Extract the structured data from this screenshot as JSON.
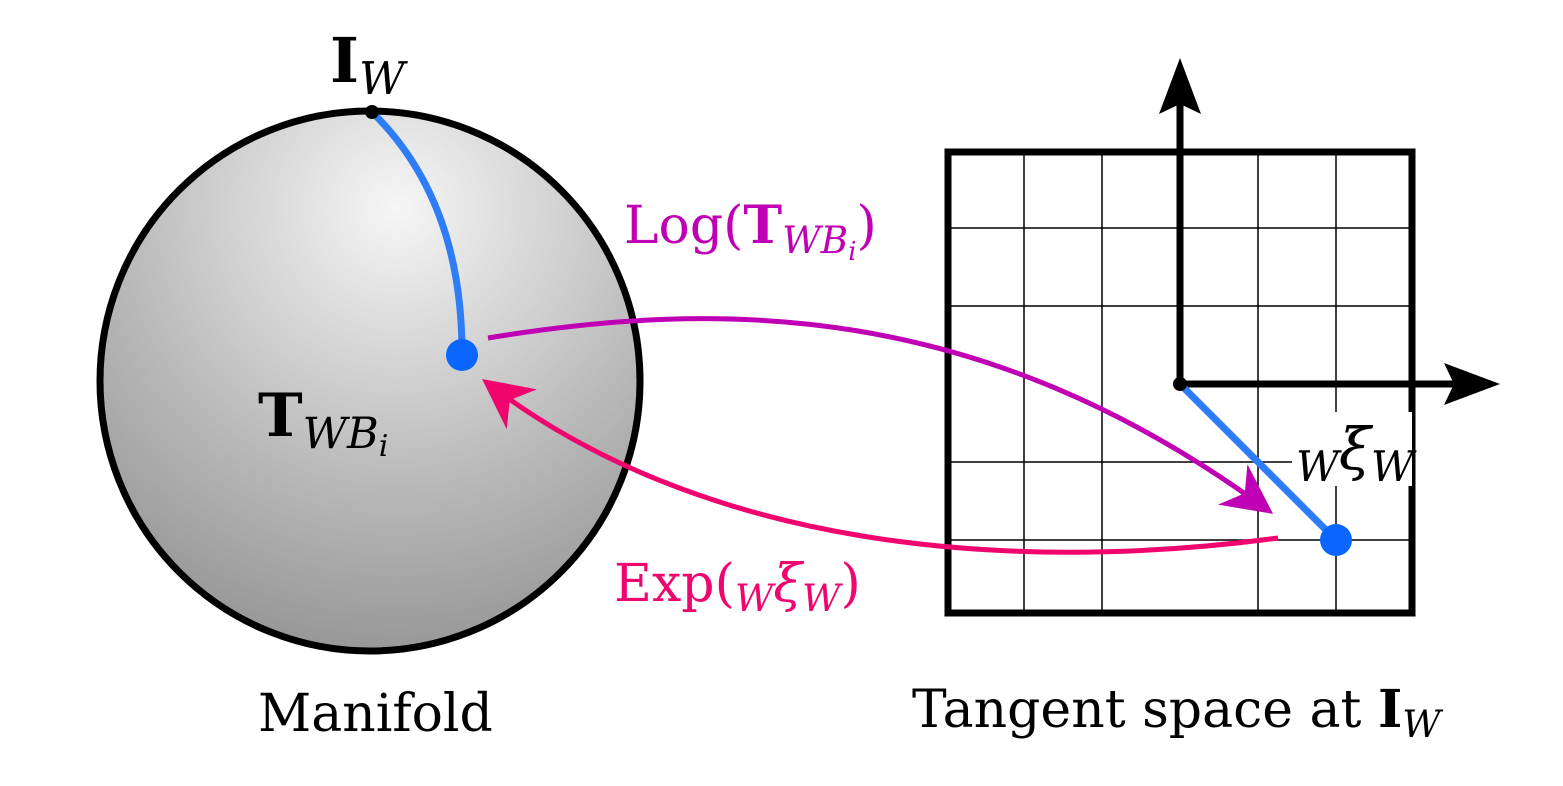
{
  "labels": {
    "identity": {
      "symbol": "I",
      "subscript": "W"
    },
    "pose": {
      "symbol": "T",
      "subscript": "WB",
      "subsub": "i"
    },
    "log_map": {
      "prefix": "Log(",
      "symbol": "T",
      "subscript": "WB",
      "subsub": "i",
      "suffix": ")"
    },
    "exp_map": {
      "prefix": "Exp(",
      "pre_subscript": "W",
      "symbol": "ξ",
      "subscript": "W",
      "suffix": ")"
    },
    "tangent_vector": {
      "pre_subscript": "W",
      "symbol": "ξ",
      "subscript": "W"
    },
    "manifold_caption": "Manifold",
    "tangent_caption": {
      "text": "Tangent space at ",
      "symbol": "I",
      "subscript": "W"
    }
  },
  "colors": {
    "blue_path": "#2f7df6",
    "blue_point": "#0a66ff",
    "log_arrow": "#c000b4",
    "exp_arrow": "#f0056e",
    "sphere_light": "#f6f6f6",
    "sphere_dark": "#8a8a8a",
    "outline": "#000000"
  }
}
